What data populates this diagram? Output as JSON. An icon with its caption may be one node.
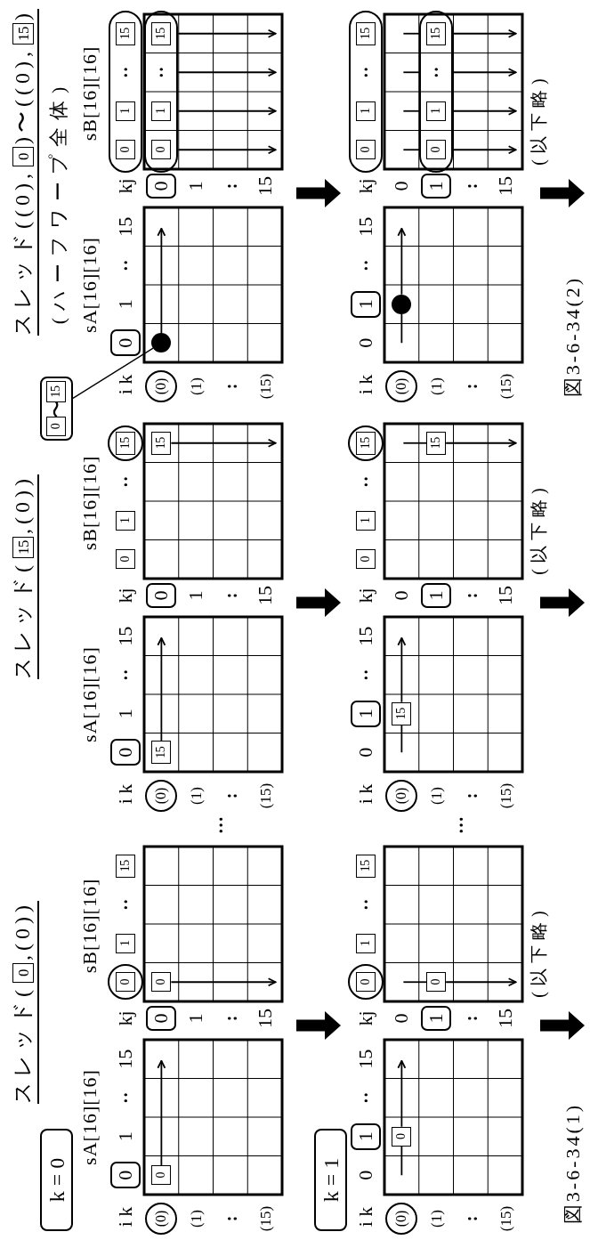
{
  "diagram": {
    "nodes": [
      {
        "text": [
          "k = 0"
        ]
      },
      {
        "text": [
          "0"
        ]
      },
      {
        "text": [
          "0"
        ]
      },
      {
        "text": [],
        "shape": "circle"
      },
      {
        "text": [
          "0"
        ],
        "in": 3
      },
      {
        "text": [
          "1"
        ]
      },
      {
        "text": [
          "15"
        ]
      },
      {
        "text": [
          "(0)"
        ]
      },
      {
        "text": [
          "0"
        ]
      },
      {
        "text": [
          "0"
        ]
      },
      {
        "text": [
          "0"
        ]
      },
      {
        "text": [
          "15"
        ]
      },
      {
        "text": [
          "0"
        ]
      },
      {
        "text": [
          "0"
        ]
      },
      {
        "text": [
          "1"
        ]
      },
      {
        "text": [],
        "shape": "circle"
      },
      {
        "text": [
          "15"
        ],
        "in": 15
      },
      {
        "text": [
          "(0)"
        ]
      },
      {
        "text": [
          "0"
        ]
      },
      {
        "text": [
          "15"
        ]
      },
      {
        "text": [
          "15"
        ]
      },
      {
        "text": [
          "〜"
        ]
      },
      {
        "text": [
          "0"
        ],
        "in": 21
      },
      {
        "text": [
          "15"
        ],
        "in": 21
      },
      {
        "text": [
          "0"
        ]
      },
      {
        "text": [
          "15"
        ]
      },
      {
        "text": [
          "0"
        ]
      },
      {
        "text": [],
        "shape": "oval"
      },
      {
        "text": [
          "0"
        ],
        "in": 27
      },
      {
        "text": [
          "1"
        ],
        "in": 27
      },
      {
        "text": [
          "15"
        ],
        "in": 27
      },
      {
        "text": [
          "(0)"
        ]
      },
      {
        "text": [
          "0"
        ]
      },
      {
        "text": [],
        "shape": "circle"
      },
      {
        "text": [],
        "shape": "oval"
      },
      {
        "text": [
          "0"
        ],
        "in": 34
      },
      {
        "text": [
          "1"
        ],
        "in": 34
      },
      {
        "text": [
          "15"
        ],
        "in": 34
      },
      {
        "text": [
          "k = 1"
        ]
      },
      {
        "text": [
          "1"
        ]
      },
      {
        "text": [],
        "shape": "circle"
      },
      {
        "text": [
          "0"
        ],
        "in": 40
      },
      {
        "text": [
          "1"
        ]
      },
      {
        "text": [
          "15"
        ]
      },
      {
        "text": [
          "(0)"
        ]
      },
      {
        "text": [
          "1"
        ]
      },
      {
        "text": [
          "0"
        ]
      },
      {
        "text": [
          "0"
        ]
      },
      {
        "text": [
          "1"
        ]
      },
      {
        "text": [
          "0"
        ]
      },
      {
        "text": [
          "1"
        ]
      },
      {
        "text": [],
        "shape": "circle"
      },
      {
        "text": [
          "15"
        ],
        "in": 51
      },
      {
        "text": [
          "(0)"
        ]
      },
      {
        "text": [
          "1"
        ]
      },
      {
        "text": [
          "15"
        ]
      },
      {
        "text": [
          "15"
        ]
      },
      {
        "text": [
          "1"
        ]
      },
      {
        "text": [],
        "shape": "oval"
      },
      {
        "text": [
          "0"
        ],
        "in": 58
      },
      {
        "text": [
          "1"
        ],
        "in": 58
      },
      {
        "text": [
          "15"
        ],
        "in": 58
      },
      {
        "text": [
          "(0)"
        ]
      },
      {
        "text": [
          "1"
        ]
      },
      {
        "text": [],
        "shape": "circle"
      },
      {
        "text": [],
        "shape": "oval"
      },
      {
        "text": [
          "0"
        ],
        "in": 65
      },
      {
        "text": [
          "1"
        ],
        "in": 65
      },
      {
        "text": [
          "15"
        ],
        "in": 65
      }
    ],
    "edges": [
      {
        "from": 21,
        "to": 33,
        "arrow": "none"
      }
    ],
    "labels": [
      "スレッド(",
      ",(0))",
      "sA[16][16]",
      "sB[16][16]",
      "i k",
      "1",
      "··",
      "15",
      "kj",
      "··",
      "(1)",
      ":",
      "(15)",
      "1",
      ":",
      "15",
      "…",
      "スレッド(",
      ",(0))",
      "sA[16][16]",
      "sB[16][16]",
      "i k",
      "1",
      "··",
      "15",
      "kj",
      "··",
      "(1)",
      ":",
      "(15)",
      "1",
      ":",
      "15",
      "スレッド((0),",
      ")〜((0),",
      ")",
      "(ハーフワープ全体)",
      "sA[16][16]",
      "sB[16][16]",
      "i k",
      "1",
      "··",
      "15",
      "kj",
      "··",
      "(1)",
      ":",
      "(15)",
      "1",
      ":",
      "15",
      "··",
      "i k",
      "0",
      "··",
      "15",
      "kj",
      "··",
      "(1)",
      ":",
      "(15)",
      "0",
      ":",
      "15",
      "(以下略)",
      "…",
      "図3-6-34(1)",
      "i k",
      "0",
      "··",
      "15",
      "kj",
      "··",
      "(1)",
      ":",
      "(15)",
      "0",
      ":",
      "15",
      "(以下略)",
      "i k",
      "0",
      "··",
      "15",
      "kj",
      "··",
      "(1)",
      ":",
      "(15)",
      "0",
      ":",
      "15",
      "··",
      "(以下略)",
      "図3-6-34(2)"
    ]
  }
}
